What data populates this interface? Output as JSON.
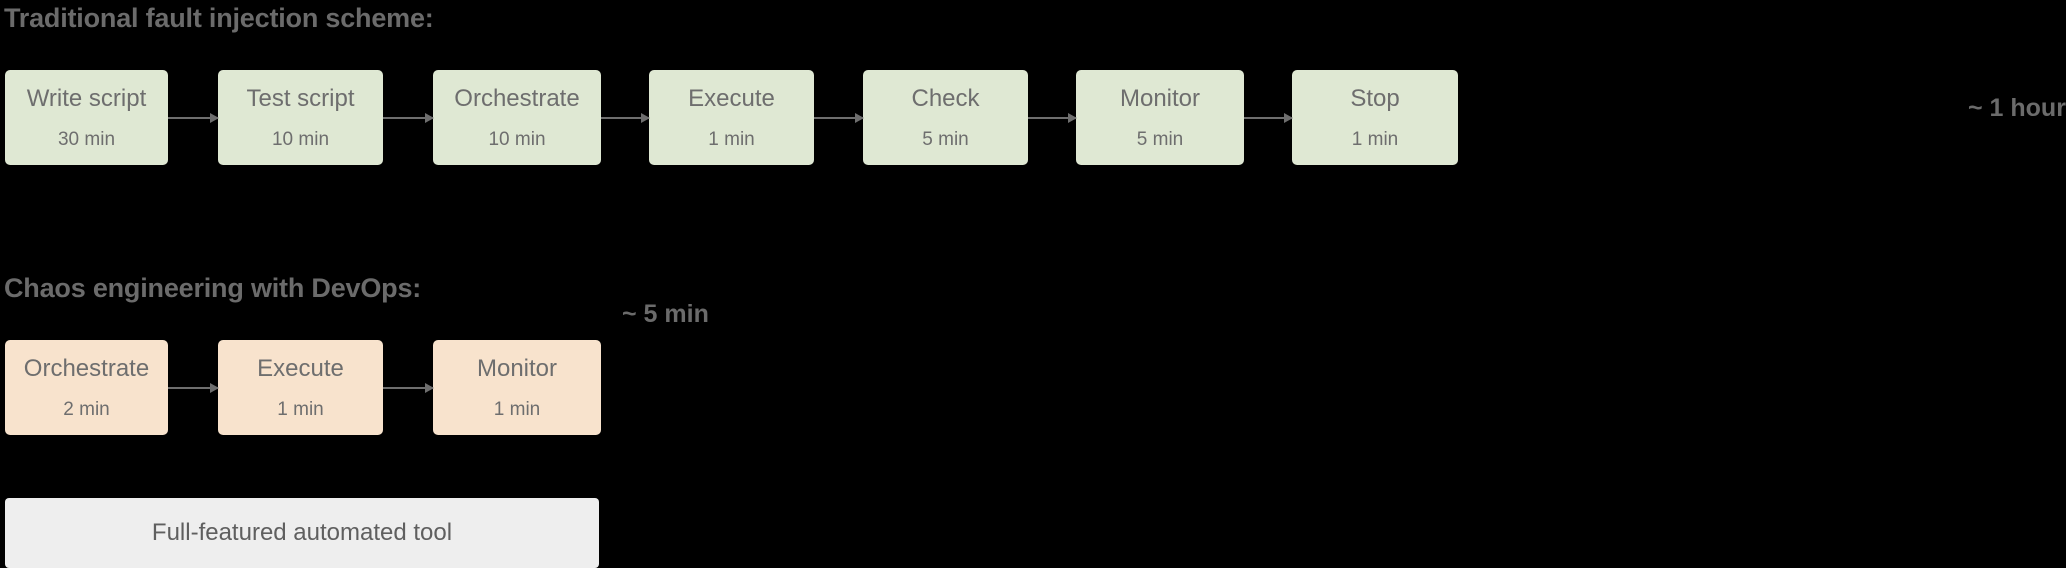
{
  "diagram": {
    "background_color": "#000000",
    "accent_green": "#dfe8d3",
    "accent_peach": "#f8e3cd",
    "text_color": "#6e6e6e",
    "footer_color": "#eeeeee"
  },
  "sections": [
    {
      "id": "traditional",
      "heading": "Traditional fault injection scheme:",
      "node_color": "green",
      "total": "~ 1 hour",
      "steps": [
        {
          "label": "Write script",
          "duration": "30 min",
          "width": 163
        },
        {
          "label": "Test script",
          "duration": "10 min",
          "width": 165
        },
        {
          "label": "Orchestrate",
          "duration": "10 min",
          "width": 168
        },
        {
          "label": "Execute",
          "duration": "1 min",
          "width": 165
        },
        {
          "label": "Check",
          "duration": "5 min",
          "width": 165
        },
        {
          "label": "Monitor",
          "duration": "5 min",
          "width": 168
        },
        {
          "label": "Stop",
          "duration": "1 min",
          "width": 166
        }
      ]
    },
    {
      "id": "chaos",
      "heading": "Chaos engineering with DevOps:",
      "node_color": "peach",
      "total": "~ 5 min",
      "steps": [
        {
          "label": "Orchestrate",
          "duration": "2 min",
          "width": 163
        },
        {
          "label": "Execute",
          "duration": "1 min",
          "width": 165
        },
        {
          "label": "Monitor",
          "duration": "1 min",
          "width": 168
        }
      ]
    }
  ],
  "footer": {
    "label": "Full-featured automated tool"
  }
}
